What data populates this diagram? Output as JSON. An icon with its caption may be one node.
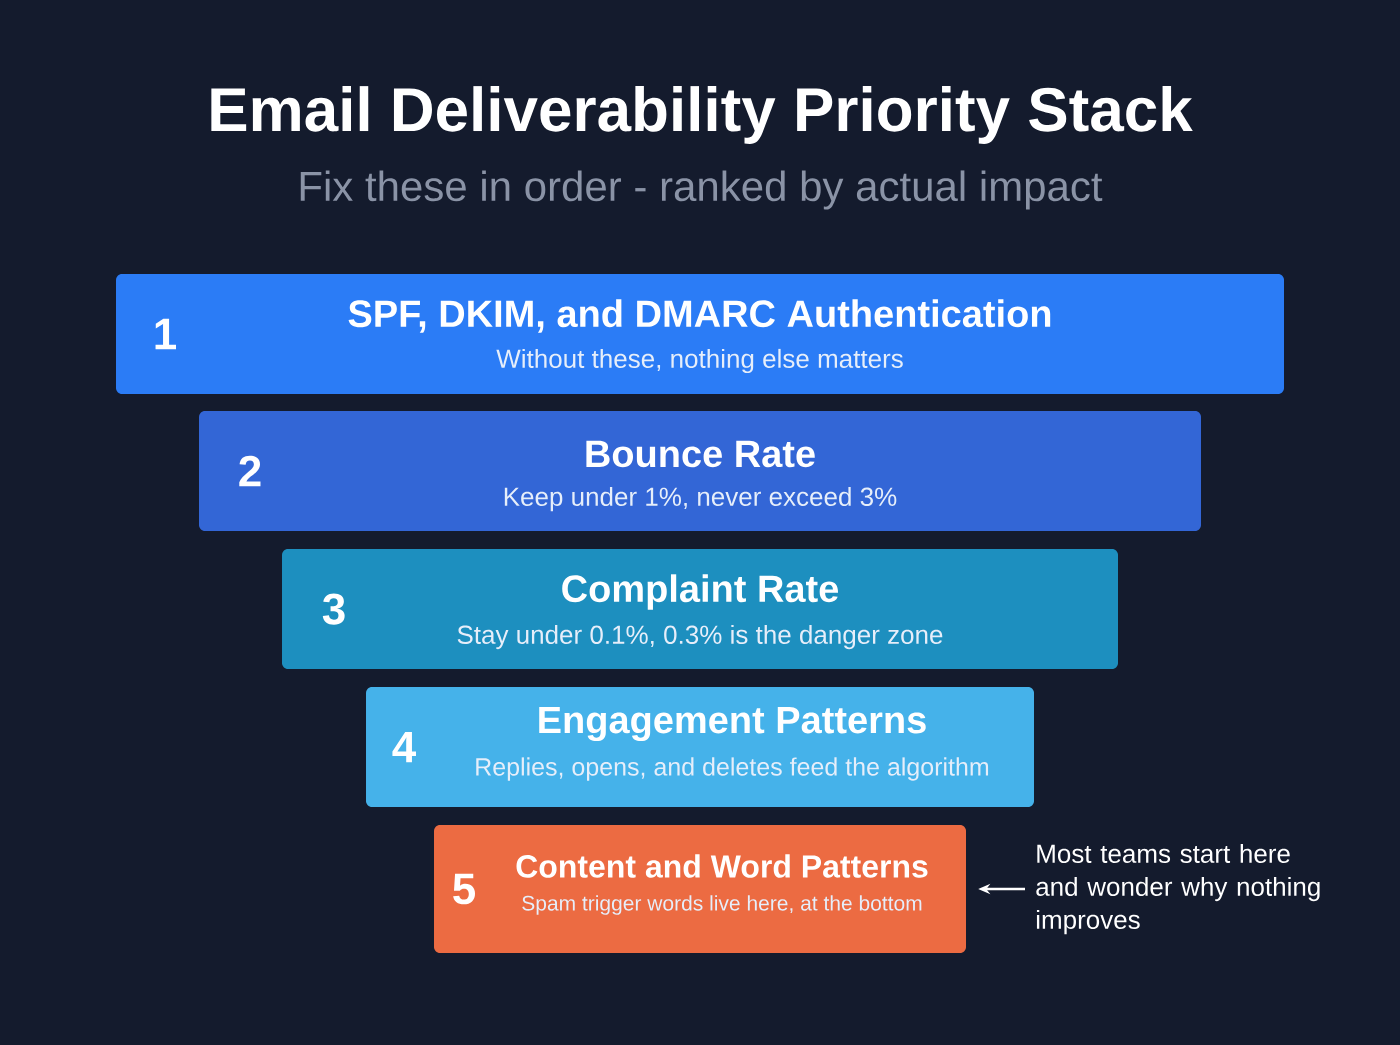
{
  "diagram": {
    "title": "Email Deliverability Priority Stack",
    "caption": "Fix these in order - ranked by actual impact",
    "nodes": [
      {
        "text": [
          "1",
          "SPF, DKIM, and DMARC Authentication",
          "Without these, nothing else matters"
        ]
      },
      {
        "text": [
          "2",
          "Bounce Rate",
          "Keep under 1%, never exceed 3%"
        ]
      },
      {
        "text": [
          "3",
          "Complaint Rate",
          "Stay under 0.1%, 0.3% is the danger zone"
        ]
      },
      {
        "text": [
          "4",
          "Engagement Patterns",
          "Replies, opens, and deletes feed the algorithm"
        ]
      },
      {
        "text": [
          "5",
          "Content and Word Patterns",
          "Spam trigger words live here, at the bottom"
        ]
      },
      {
        "text": [
          "Most teams start here and wonder why nothing improves"
        ]
      }
    ],
    "edges": [
      {
        "from": 5,
        "to": 4,
        "arrow": "to"
      }
    ]
  }
}
